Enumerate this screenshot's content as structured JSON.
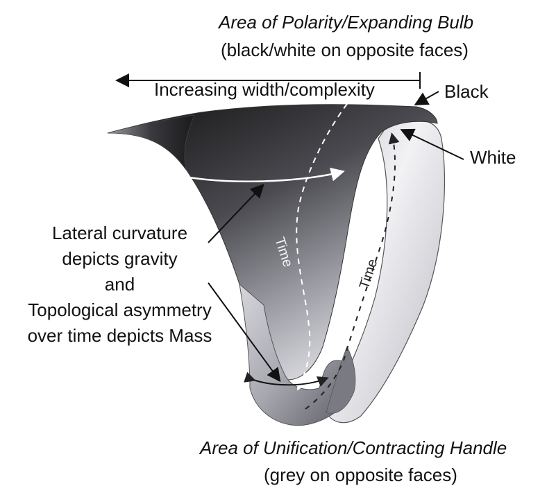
{
  "labels": {
    "top_title": "Area of Polarity/Expanding Bulb",
    "top_subtitle": "(black/white on opposite faces)",
    "width_arrow": "Increasing width/complexity",
    "black": "Black",
    "white": "White",
    "side_lines": [
      "Lateral curvature",
      "depicts gravity",
      "and",
      "Topological asymmetry",
      "over time depicts Mass"
    ],
    "time_left": "Time",
    "time_right": "Time",
    "bottom_title": "Area of Unification/Contracting Handle",
    "bottom_subtitle": "(grey on opposite faces)"
  },
  "colors": {
    "surface_dark": "#1a1a1a",
    "surface_light": "#e6e6ea",
    "surface_mid": "#8a8a90",
    "annotation": "#111111"
  }
}
